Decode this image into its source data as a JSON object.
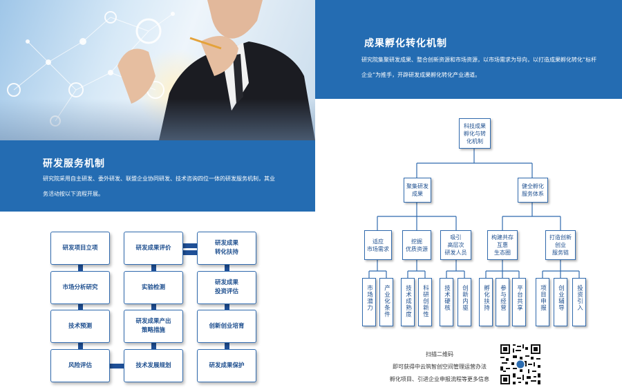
{
  "colors": {
    "brand_blue": "#246cb2",
    "line_blue": "#2f69ad",
    "connector_blue": "#1f4f96"
  },
  "hero": {
    "image": "businessman-tech-network-photo"
  },
  "incubation": {
    "title": "成果孵化转化机制",
    "text_line1": "研究院集聚研发成果、整合创新资源和市场资源，以市场需求为导向，以打造成果孵化转化“标杆",
    "text_line2": "企业”为推手，开辟研发成果孵化转化产业通道。"
  },
  "rd": {
    "title": "研发服务机制",
    "text_line1": "研究院采用自主研发、委外研发、联盟企业协同研发、技术咨询四位一体的研发服务机制，其业",
    "text_line2": "务活动按以下流程开展。"
  },
  "process": {
    "col1": [
      "研发项目立项",
      "市场分析研究",
      "技术预测",
      "风险评估"
    ],
    "col2": [
      "研发成果评价",
      "实验检测",
      "研发成果产出\n策略措施",
      "技术发展规划"
    ],
    "col3": [
      "研发成果\n转化扶持",
      "研发成果\n投资评估",
      "创新创业培育",
      "研发成果保护"
    ]
  },
  "org": {
    "root": "科技成果\n孵化与转\n化机制",
    "level1": [
      "聚集研发\n成果",
      "健全孵化\n服务体系"
    ],
    "level2": [
      "适应\n市场需求",
      "挖掘\n优质资源",
      "吸引\n高层次\n研发人员",
      "构建共存\n互惠\n生态圈",
      "打造创新\n创业\n服务链"
    ],
    "level3": [
      "市场潜力",
      "产业化条件",
      "技术成熟度",
      "科研创新性",
      "技术硬核",
      "创新内驱",
      "孵化扶持",
      "参与经营",
      "平台共享",
      "项目申报",
      "创业辅导",
      "投资引入"
    ]
  },
  "qr": {
    "line1": "扫描二维码",
    "line2": "即可获得中云筑智创空间管理运营办法",
    "line3": "孵化项目、引进企业申报流程等更多信息",
    "icon": "qr-code"
  }
}
